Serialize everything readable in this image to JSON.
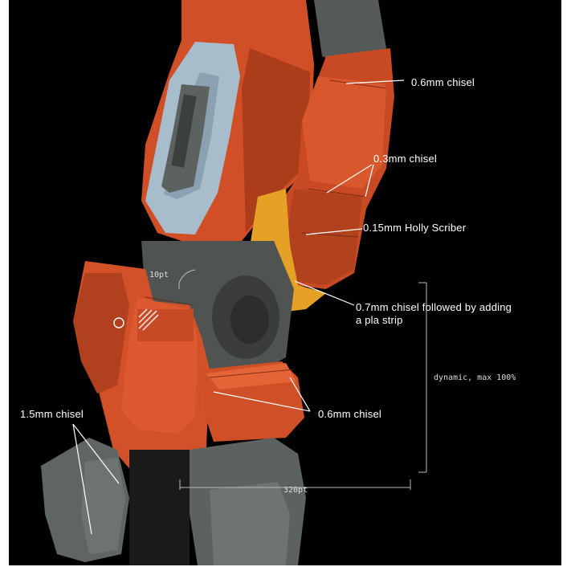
{
  "photo": {
    "subject": "orange-model-mech-leg",
    "colors": {
      "background": "#000000",
      "orange": "#d4522a",
      "orange_dark": "#9e3516",
      "yellow": "#e7a227",
      "grey": "#5f6461",
      "grey_dark": "#3b3e3c",
      "light_blue": "#a7bccb"
    }
  },
  "annotations": {
    "chisel_06_top": "0.6mm chisel",
    "chisel_03": "0.3mm chisel",
    "holly_scriber": "0.15mm Holly Scriber",
    "chisel_07_line1": "0.7mm chisel  followed by adding",
    "chisel_07_line2": "a pla strip",
    "chisel_15": "1.5mm chisel",
    "chisel_06_bottom": "0.6mm chisel"
  },
  "measurements": {
    "angle": "10pt",
    "height": "dynamic, max 100%",
    "width": "320pt"
  }
}
